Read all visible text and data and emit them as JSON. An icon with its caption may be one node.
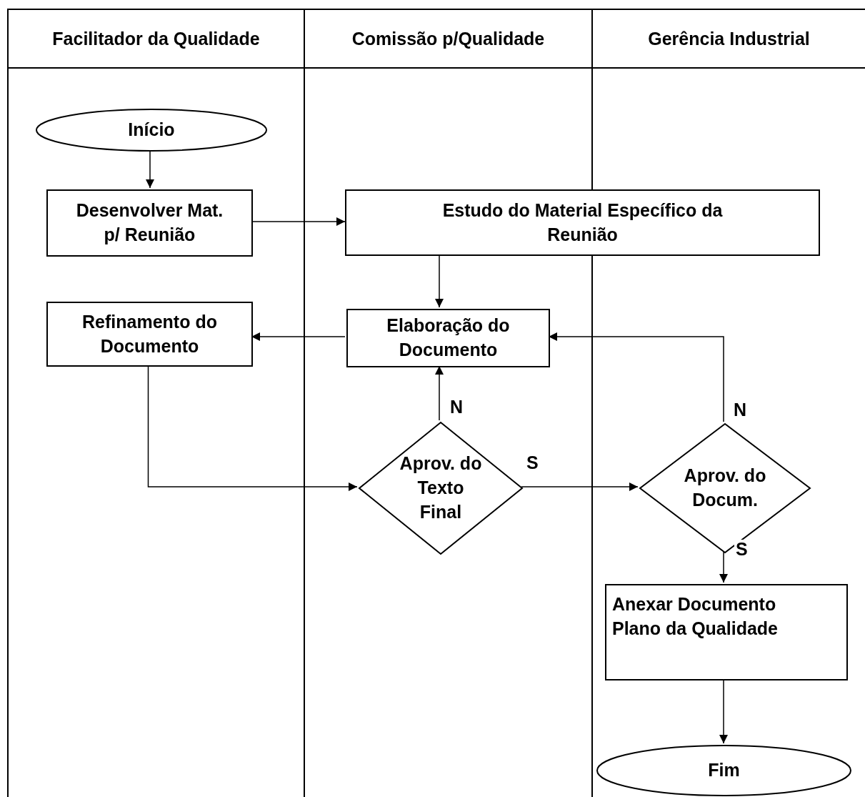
{
  "diagram": {
    "nodes": [
      {
        "text": [
          "Facilitador da Qualidade"
        ]
      },
      {
        "text": [
          "Comissão p/Qualidade"
        ]
      },
      {
        "text": [
          "Gerência Industrial"
        ]
      },
      {
        "text": [
          "Início"
        ],
        "in": 0
      },
      {
        "text": [
          "Desenvolver Mat. p/ Reunião"
        ],
        "in": 0
      },
      {
        "text": [
          "Estudo do Material Específico da Reunião"
        ]
      },
      {
        "text": [
          "Refinamento do Documento"
        ],
        "in": 0
      },
      {
        "text": [
          "Elaboração do Documento"
        ],
        "in": 1
      },
      {
        "text": [
          "Aprov. do Texto Final"
        ],
        "in": 1
      },
      {
        "text": [
          "Aprov. do Docum."
        ],
        "in": 2
      },
      {
        "text": [
          "Anexar Documento Plano da Qualidade"
        ],
        "in": 2
      },
      {
        "text": [
          "Fim"
        ],
        "in": 2
      }
    ],
    "edges": [
      {
        "from": 3,
        "to": 4,
        "arrow": "to"
      },
      {
        "from": 4,
        "to": 5,
        "arrow": "to"
      },
      {
        "from": 5,
        "to": 7,
        "arrow": "to"
      },
      {
        "from": 7,
        "to": 6,
        "arrow": "to"
      },
      {
        "from": 6,
        "to": 8,
        "arrow": "to"
      },
      {
        "from": 8,
        "to": 7,
        "arrow": "to",
        "label": "N"
      },
      {
        "from": 8,
        "to": 9,
        "arrow": "to",
        "label": "S"
      },
      {
        "from": 9,
        "to": 7,
        "arrow": "to",
        "label": "N"
      },
      {
        "from": 9,
        "to": 10,
        "arrow": "to",
        "label": "S"
      },
      {
        "from": 10,
        "to": 11,
        "arrow": "to"
      }
    ]
  }
}
